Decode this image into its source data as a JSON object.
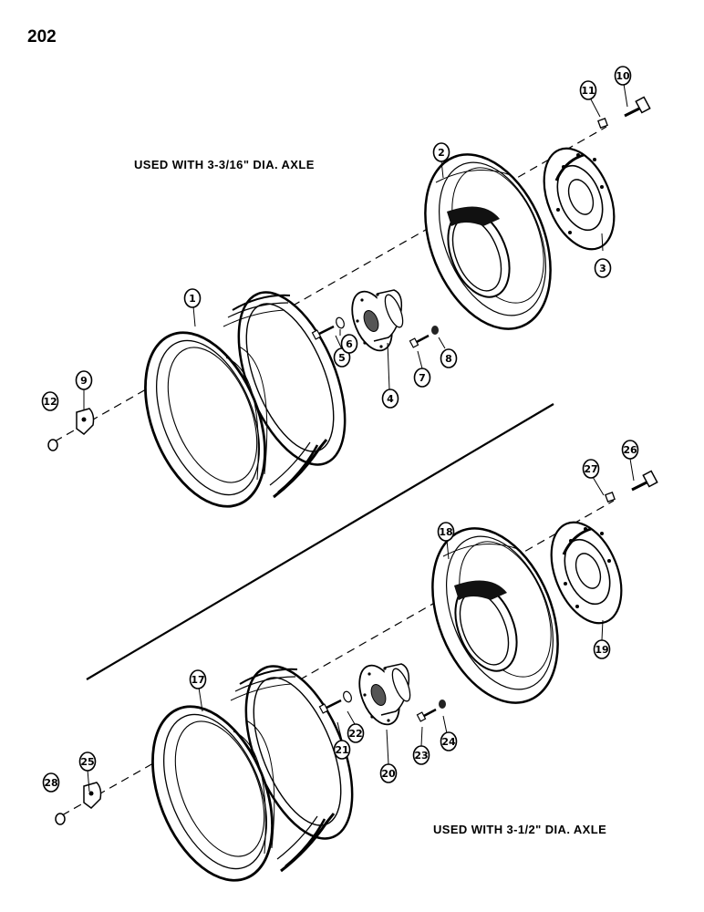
{
  "page_number": "202",
  "captions": {
    "top": "USED WITH 3-3/16\" DIA. AXLE",
    "bottom": "USED WITH 3-1/2\" DIA. AXLE"
  },
  "callouts": [
    "1",
    "2",
    "3",
    "4",
    "5",
    "6",
    "7",
    "8",
    "9",
    "10",
    "11",
    "12",
    "17",
    "18",
    "19",
    "20",
    "21",
    "22",
    "23",
    "24",
    "25",
    "26",
    "27",
    "28"
  ]
}
